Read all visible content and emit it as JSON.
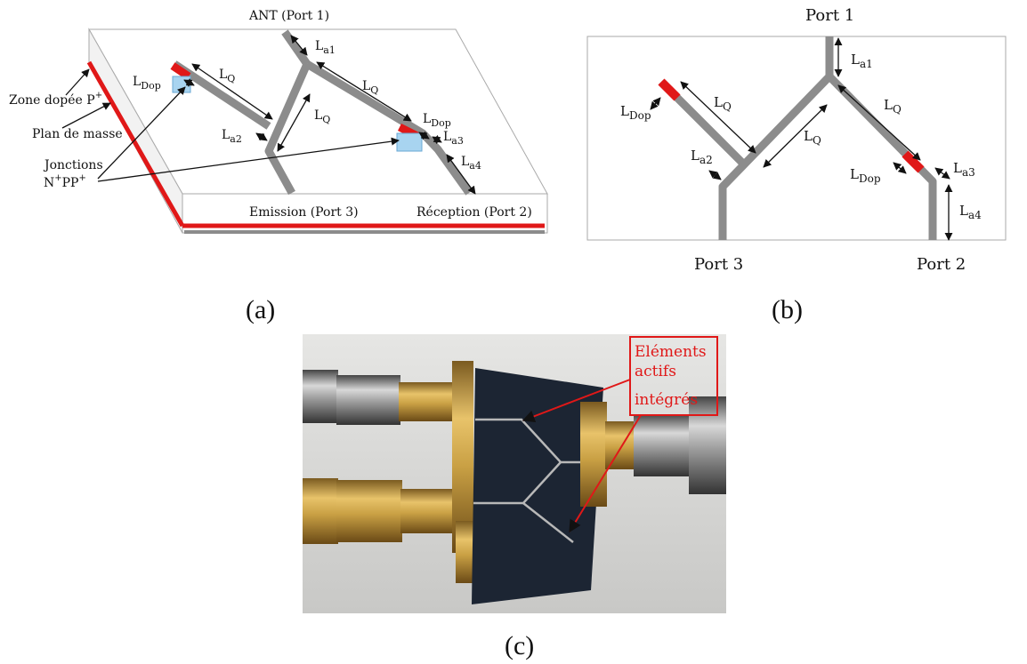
{
  "panel_a": {
    "caption": "(a)",
    "port1": "ANT (Port 1)",
    "port3": "Emission (Port 3)",
    "port2": "Réception (Port 2)",
    "zone_dopee": "Zone dopée P",
    "zone_dopee_sup": "+",
    "plan_masse": "Plan de masse",
    "jonctions": "Jonctions",
    "jonctions_type": {
      "n": "N",
      "n_sup": "+",
      "pp": "PP",
      "pp_sup": "+"
    },
    "dims": {
      "la1": {
        "main": "L",
        "sub": "a1"
      },
      "la2": {
        "main": "L",
        "sub": "a2"
      },
      "la3": {
        "main": "L",
        "sub": "a3"
      },
      "la4": {
        "main": "L",
        "sub": "a4"
      },
      "lq": {
        "main": "L",
        "sub": "Q"
      },
      "ldop": {
        "main": "L",
        "sub": "Dop"
      }
    }
  },
  "panel_b": {
    "caption": "(b)",
    "port1": "Port 1",
    "port2": "Port 2",
    "port3": "Port 3",
    "dims": {
      "la1": {
        "main": "L",
        "sub": "a1"
      },
      "la2": {
        "main": "L",
        "sub": "a2"
      },
      "la3": {
        "main": "L",
        "sub": "a3"
      },
      "la4": {
        "main": "L",
        "sub": "a4"
      },
      "lq": {
        "main": "L",
        "sub": "Q"
      },
      "ldop": {
        "main": "L",
        "sub": "Dop"
      }
    }
  },
  "panel_c": {
    "caption": "(c)",
    "label_line1": "Eléments",
    "label_line2": "actifs",
    "label_line3": "intégrés"
  },
  "colors": {
    "line": "#8c8c8c",
    "doped": "#e01818",
    "junction": "#a8d4f0",
    "photo_label": "#e01818"
  }
}
